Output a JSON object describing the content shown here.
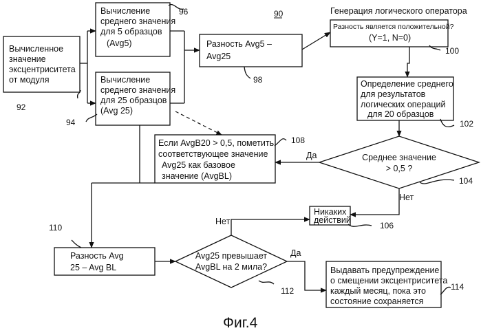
{
  "figure": {
    "number": "90",
    "caption": "Фиг.4"
  },
  "blocks": {
    "eccentricity_value": {
      "lines": [
        "Вычисленное",
        "значение",
        "эксцентриситета",
        "от модуля"
      ],
      "ref": "92"
    },
    "avg5": {
      "lines": [
        "Вычисление",
        "среднего значения",
        "для 5 образцов",
        "(Avg5)"
      ],
      "ref": "96"
    },
    "avg25": {
      "lines": [
        "Вычисление",
        "среднего значения",
        "для 25 образцов",
        "(Avg 25)"
      ],
      "ref": "94"
    },
    "difference": {
      "lines": [
        "Разность   Avg5 –",
        "Avg25"
      ],
      "ref": "98"
    },
    "logic_operator": {
      "title": "Генерация логического оператора",
      "lines": [
        "Разность является положительной?",
        "(Y=1, N=0)"
      ],
      "ref": "100"
    },
    "mean_logic": {
      "lines": [
        "Определение среднего",
        "для результатов",
        "логических операций",
        "для 20 образцов"
      ],
      "ref": "102"
    },
    "mean_decision": {
      "lines": [
        "Среднее значение",
        "> 0,5 ?"
      ],
      "ref": "104",
      "yes": "Да",
      "no": "Нет"
    },
    "baseline": {
      "lines": [
        "Если AvgB20 > 0,5, пометить",
        "соответствующее значение",
        "Avg25 как базовое",
        "значение (AvgBL)"
      ],
      "ref": "108"
    },
    "no_action": {
      "lines": [
        "Никаких",
        "действий"
      ],
      "ref": "106"
    },
    "diff_bl": {
      "lines": [
        "Разность Avg",
        "25 – Avg BL"
      ],
      "ref": "110"
    },
    "exceeds": {
      "lines": [
        "Avg25 превышает",
        "AvgBL на 2 мила?"
      ],
      "ref": "112",
      "yes": "Да",
      "no": "Нет"
    },
    "warning": {
      "lines": [
        "Выдавать предупреждение",
        "о смещении эксцентриситета",
        "каждый месяц, пока это",
        "состояние сохраняется"
      ],
      "ref": "114"
    }
  }
}
